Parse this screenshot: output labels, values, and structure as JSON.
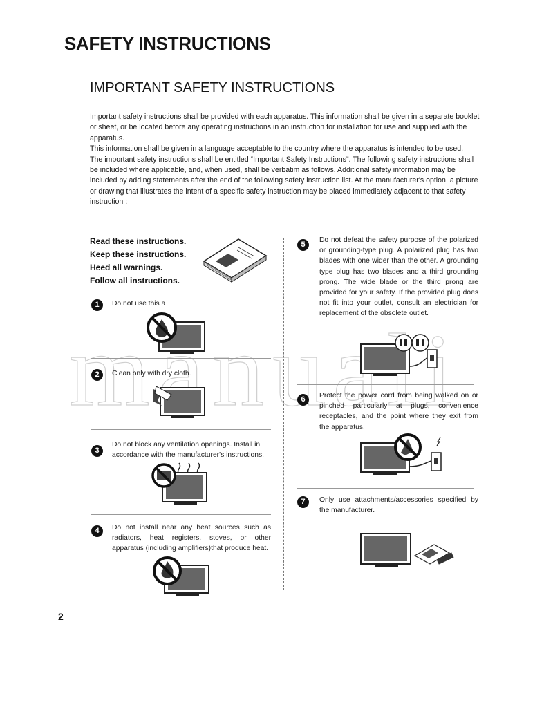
{
  "page": {
    "title": "SAFETY INSTRUCTIONS",
    "subtitle": "IMPORTANT SAFETY INSTRUCTIONS",
    "page_number": "2",
    "watermark": "manuali"
  },
  "intro": [
    "Important safety instructions shall be provided with each apparatus. This information shall be given in a separate booklet or sheet, or be located before any operating instructions in an instruction for installation for use and supplied with the apparatus.",
    "This information shall be given in a language acceptable to the country where the apparatus is intended to be used.",
    "The important safety instructions shall be entitled “Important Safety Instructions”. The following safety instructions shall be included where applicable, and, when used, shall be verbatim as follows. Additional safety information may be included by adding statements after the end of the following safety instruction list. At the manufacturer's option, a picture or drawing that illustrates the intent of a specific safety instruction may be placed immediately adjacent to that safety instruction :"
  ],
  "rules": [
    "Read these instructions.",
    "Keep these instructions.",
    "Heed all warnings.",
    "Follow all instructions."
  ],
  "items": [
    {
      "num": "1",
      "text": "Do not use this a"
    },
    {
      "num": "2",
      "text": "Clean only with dry cloth."
    },
    {
      "num": "3",
      "text": "Do not block any ventilation openings. Install in accordance with the manufacturer's instructions."
    },
    {
      "num": "4",
      "text": "Do not install near any heat sources such as radiators, heat registers, stoves, or other apparatus (including amplifiers)that produce heat."
    },
    {
      "num": "5",
      "text": "Do not defeat the safety purpose of the polarized or grounding-type plug. A polarized plug has two blades with one wider than the other. A grounding type plug has two blades and a third grounding prong. The wide blade or the third prong are provided for your safety. If the provided plug does not fit into your outlet, consult an electrician for replacement of the obsolete outlet."
    },
    {
      "num": "6",
      "text": "Protect the power cord from being walked on or pinched particularly at plugs, convenience receptacles, and the point where they exit from the apparatus."
    },
    {
      "num": "7",
      "text": "Only use attachments/accessories specified by the manufacturer."
    }
  ],
  "icons": {
    "booklet": "instruction-booklet-icon",
    "tv": "tv-icon",
    "prohibited": "prohibition-icon"
  }
}
